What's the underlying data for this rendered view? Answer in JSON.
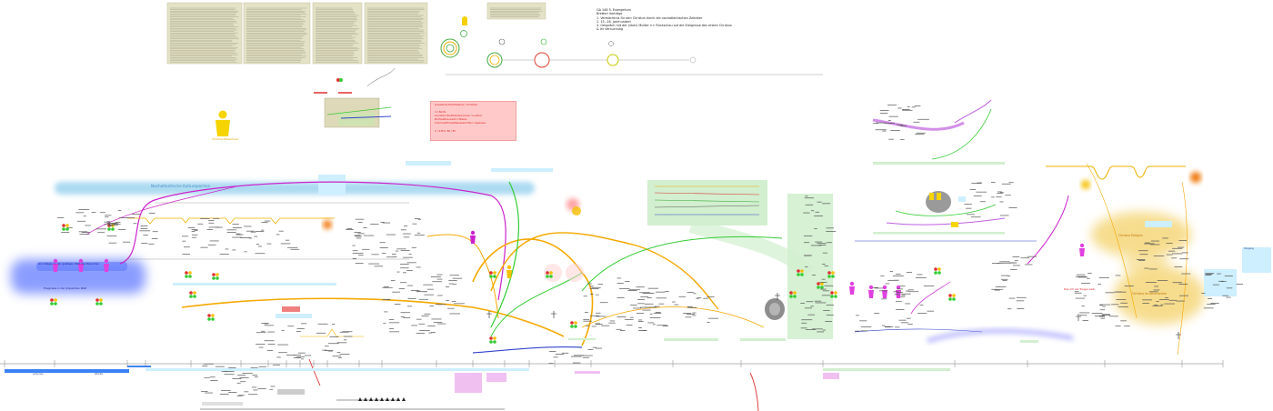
{
  "top_note": {
    "lines": [
      "GA 148 5. Evangelium",
      "Bretterl Vorträge",
      "1. Vermächtnis für den Christus durch die nachatlantischen Zeitalter",
      "2. 15.–16. Jahrhundert",
      "3. Gespräch mit der (über) Mutter >> Rückschau auf die Ereignisse des ersten Christus",
      "   & ihr Versuchung"
    ]
  },
  "pink_note": {
    "lines": [
      "Gnostische Buddhalehrer / Christus?",
      "",
      "ö                                         ö Bodhi",
      "Gnostisch Buddhalehrer/innen \"Lucifers\"",
      "   Bodhisattva-Geist        ö Wissen",
      "   Krischna/Phrösis/Beiseeschritte    ö Gewissen",
      "",
      "V. I 238 S. 86 / 85"
    ]
  },
  "labels": {
    "blue_band": "Nachatlantische Kulturepochen",
    "blue_blob_top": "Grundlagen in der geistigen Welt des Menschen",
    "blue_blob_bottom": "Ereignisse in der physischen Welt",
    "yellow_figure_caption": "Christus-Wesenheit",
    "yellow_blob_1": "Christus Ereignis",
    "yellow_blob_2": "Christus im Ätherischen",
    "red_annotation": "Das Ich als Trager-Leib",
    "timeline_left": "Lemurien",
    "timeline_mid": "Atlantis",
    "side_note_title": "Vorgang"
  },
  "colors": {
    "pink_note_bg": "#ffc9c9",
    "pink_note_text": "#e02020",
    "blue_band": "#9ed4ef",
    "blue_blob": "#3c5cff",
    "yellow_blob": "#f5d77a",
    "green_panel": "#d2efcf",
    "magenta_arc": "#cc22cc",
    "orange_arc": "#f5a800",
    "green_arc": "#33cc33",
    "timeline_blue": "#3b82f6",
    "paper_panel": "#e4e2c6"
  },
  "icons": {
    "person_figure": "human-figure-icon",
    "cross": "cross-icon",
    "circle_ring": "concentric-ring-icon",
    "traffic_light": "traffic-light-icon"
  }
}
